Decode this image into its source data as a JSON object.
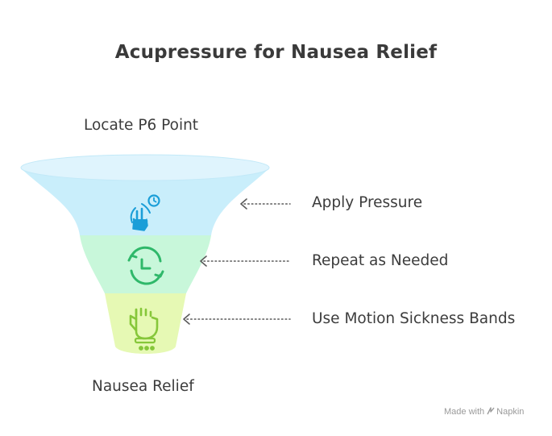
{
  "title": "Acupressure for Nausea Relief",
  "top_label": "Locate P6 Point",
  "bottom_label": "Nausea Relief",
  "stages": [
    {
      "label": "Apply Pressure",
      "icon": "hand-tap-timer-icon",
      "color": "#c9eefb",
      "icon_color": "#1a9ed8"
    },
    {
      "label": "Repeat as Needed",
      "icon": "clock-cycle-icon",
      "color": "#c8f7da",
      "icon_color": "#2fb86a"
    },
    {
      "label": "Use Motion Sickness Bands",
      "icon": "wristband-hand-icon",
      "color": "#e6f9b4",
      "icon_color": "#86c73a"
    }
  ],
  "watermark": {
    "prefix": "Made with",
    "brand": "Napkin"
  }
}
